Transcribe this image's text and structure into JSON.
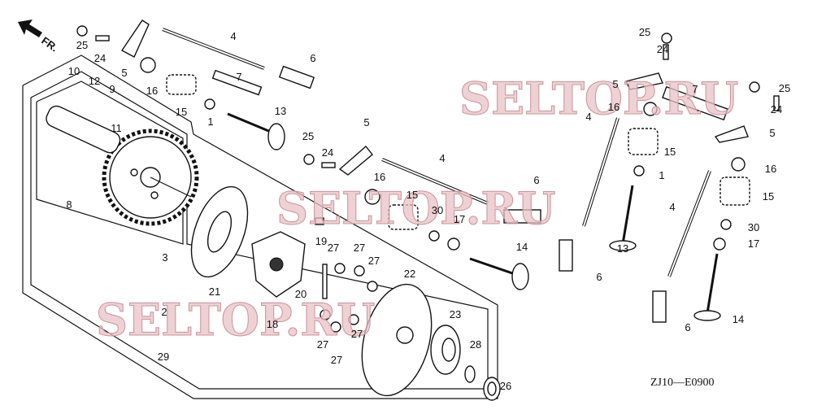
{
  "diagram": {
    "direction_label": "FR.",
    "diagram_code": "ZJ10—E0900",
    "watermark": "SELTOP.RU",
    "callouts": [
      "25",
      "24",
      "5",
      "4",
      "6",
      "7",
      "16",
      "15",
      "1",
      "13",
      "10",
      "12",
      "9",
      "11",
      "8",
      "25",
      "24",
      "5",
      "16",
      "4",
      "6",
      "15",
      "30",
      "17",
      "19",
      "14",
      "3",
      "21",
      "27",
      "27",
      "27",
      "22",
      "20",
      "18",
      "2",
      "23",
      "27",
      "27",
      "28",
      "27",
      "29",
      "26",
      "25",
      "24",
      "5",
      "7",
      "25",
      "24",
      "16",
      "4",
      "5",
      "15",
      "16",
      "1",
      "15",
      "4",
      "30",
      "17",
      "13",
      "6",
      "6",
      "14"
    ]
  }
}
